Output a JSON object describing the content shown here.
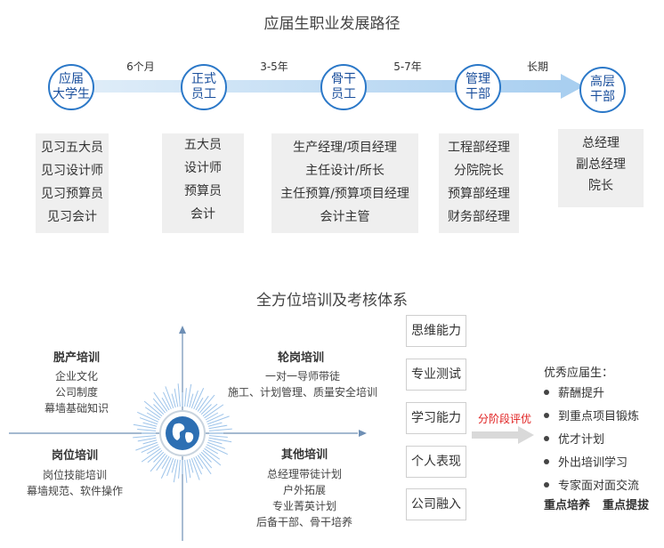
{
  "career": {
    "title": "应届生职业发展路径",
    "stages": [
      {
        "lines": [
          "应届",
          "大学生"
        ],
        "roles": [
          "见习五大员",
          "见习设计师",
          "见习预算员",
          "见习会计"
        ]
      },
      {
        "lines": [
          "正式",
          "员工"
        ],
        "roles": [
          "五大员",
          "设计师",
          "预算员",
          "会计"
        ]
      },
      {
        "lines": [
          "骨干",
          "员工"
        ],
        "roles": [
          "生产经理/项目经理",
          "主任设计/所长",
          "主任预算/预算项目经理",
          "会计主管"
        ]
      },
      {
        "lines": [
          "管理",
          "干部"
        ],
        "roles": [
          "工程部经理",
          "分院院长",
          "预算部经理",
          "财务部经理"
        ]
      },
      {
        "lines": [
          "高层",
          "干部"
        ],
        "roles": [
          "总经理",
          "副总经理",
          "院长"
        ]
      }
    ],
    "durations": [
      "6个月",
      "3-5年",
      "5-7年",
      "长期"
    ]
  },
  "training": {
    "title": "全方位培训及考核体系",
    "quadrants": {
      "top_left": {
        "heading": "脱产培训",
        "items": [
          "企业文化",
          "公司制度",
          "幕墙基础知识"
        ]
      },
      "top_right": {
        "heading": "轮岗培训",
        "items": [
          "一对一导师带徒",
          "施工、计划管理、质量安全培训"
        ]
      },
      "bottom_left": {
        "heading": "岗位培训",
        "items": [
          "岗位技能培训",
          "幕墙规范、软件操作"
        ]
      },
      "bottom_right": {
        "heading": "其他培训",
        "items": [
          "总经理带徒计划",
          "户外拓展",
          "专业菁英计划",
          "后备干部、骨干培养"
        ]
      }
    },
    "evaluation_items": [
      "思维能力",
      "专业测试",
      "学习能力",
      "个人表现",
      "公司融入"
    ],
    "arrow_label": "分阶段评优",
    "outstanding": {
      "title": "优秀应届生：",
      "items": [
        "薪酬提升",
        "到重点项目锻炼",
        "优才计划",
        "外出培训学习",
        "专家面对面交流"
      ],
      "footer": [
        "重点培养",
        "重点提拔"
      ]
    }
  },
  "colors": {
    "accent": "#2b78c8",
    "arrow": "#bdd9f3",
    "box_bg": "#efefef",
    "highlight": "#e02020"
  }
}
